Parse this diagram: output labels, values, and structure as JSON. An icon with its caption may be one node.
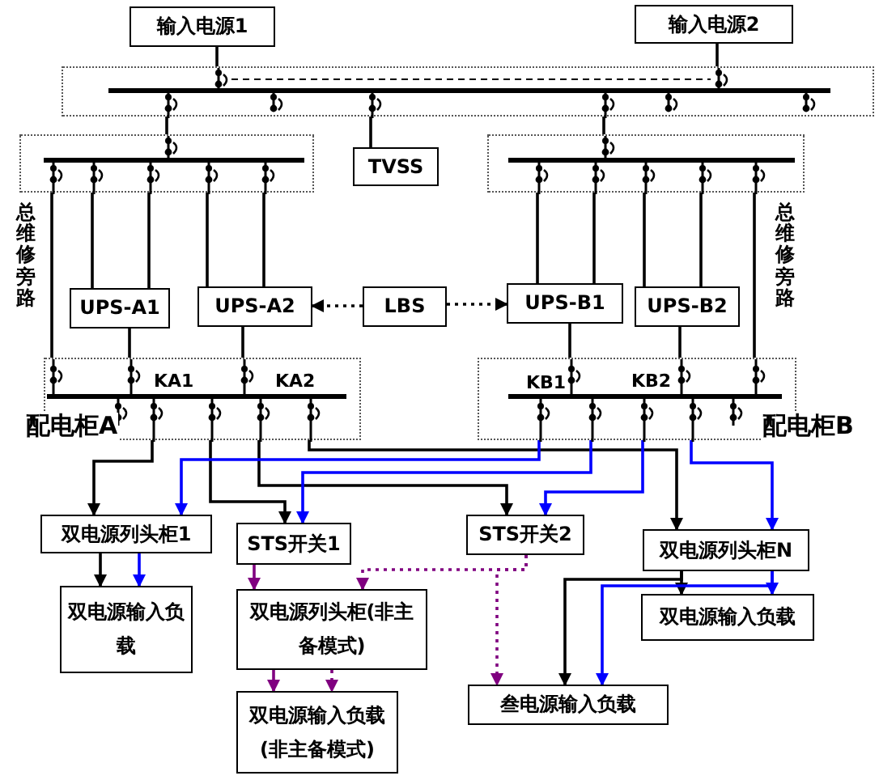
{
  "diagram": {
    "nodes": [
      {
        "text": [
          "输入电源1"
        ]
      },
      {
        "text": [
          "输入电源2"
        ]
      },
      {
        "text": [],
        "shape": "box"
      },
      {
        "text": [],
        "shape": "box"
      },
      {
        "text": [
          "TVSS"
        ]
      },
      {
        "text": [],
        "shape": "box"
      },
      {
        "text": [
          "UPS-A1"
        ]
      },
      {
        "text": [
          "UPS-A2"
        ]
      },
      {
        "text": [
          "LBS"
        ]
      },
      {
        "text": [
          "UPS-B1"
        ]
      },
      {
        "text": [
          "UPS-B2"
        ]
      },
      {
        "text": [
          "配电柜A"
        ]
      },
      {
        "text": [
          "配电柜B"
        ]
      },
      {
        "text": [
          "双电源列头柜1"
        ]
      },
      {
        "text": [
          "STS开关1"
        ]
      },
      {
        "text": [
          "STS开关2"
        ]
      },
      {
        "text": [
          "双电源列头柜N"
        ]
      },
      {
        "text": [
          "双电源输入负载"
        ]
      },
      {
        "text": [
          "双电源列头柜(非主备模式)"
        ]
      },
      {
        "text": [
          "双电源输入负载"
        ]
      },
      {
        "text": [
          "双电源输入负载(非主备模式)"
        ]
      },
      {
        "text": [
          "叁电源输入负载"
        ]
      }
    ],
    "edges": [
      {
        "from": 0,
        "to": 2,
        "arrow": "none"
      },
      {
        "from": 1,
        "to": 2,
        "arrow": "none"
      },
      {
        "from": 2,
        "to": 3,
        "arrow": "none"
      },
      {
        "from": 2,
        "to": 4,
        "arrow": "none"
      },
      {
        "from": 2,
        "to": 5,
        "arrow": "none"
      },
      {
        "from": 3,
        "to": 11,
        "arrow": "none"
      },
      {
        "from": 3,
        "to": 6,
        "arrow": "none"
      },
      {
        "from": 3,
        "to": 6,
        "arrow": "none"
      },
      {
        "from": 3,
        "to": 7,
        "arrow": "none"
      },
      {
        "from": 3,
        "to": 7,
        "arrow": "none"
      },
      {
        "from": 5,
        "to": 9,
        "arrow": "none"
      },
      {
        "from": 5,
        "to": 9,
        "arrow": "none"
      },
      {
        "from": 5,
        "to": 10,
        "arrow": "none"
      },
      {
        "from": 5,
        "to": 10,
        "arrow": "none"
      },
      {
        "from": 5,
        "to": 12,
        "arrow": "none"
      },
      {
        "from": 8,
        "to": 7,
        "arrow": "to",
        "style": "dashed"
      },
      {
        "from": 8,
        "to": 9,
        "arrow": "to",
        "style": "dashed"
      },
      {
        "from": 6,
        "to": 11,
        "arrow": "none"
      },
      {
        "from": 7,
        "to": 11,
        "arrow": "none"
      },
      {
        "from": 9,
        "to": 12,
        "arrow": "none"
      },
      {
        "from": 10,
        "to": 12,
        "arrow": "none"
      },
      {
        "from": 11,
        "to": 13,
        "arrow": "to"
      },
      {
        "from": 11,
        "to": 14,
        "arrow": "to"
      },
      {
        "from": 11,
        "to": 15,
        "arrow": "to"
      },
      {
        "from": 11,
        "to": 16,
        "arrow": "to"
      },
      {
        "from": 12,
        "to": 13,
        "arrow": "to",
        "color": "#0000ff"
      },
      {
        "from": 12,
        "to": 14,
        "arrow": "to",
        "color": "#0000ff"
      },
      {
        "from": 12,
        "to": 15,
        "arrow": "to",
        "color": "#0000ff"
      },
      {
        "from": 12,
        "to": 16,
        "arrow": "to",
        "color": "#0000ff"
      },
      {
        "from": 13,
        "to": 17,
        "arrow": "to"
      },
      {
        "from": 13,
        "to": 17,
        "arrow": "to",
        "color": "#0000ff"
      },
      {
        "from": 14,
        "to": 18,
        "arrow": "to",
        "color": "#800080"
      },
      {
        "from": 15,
        "to": 18,
        "arrow": "to",
        "style": "dashed",
        "color": "#800080"
      },
      {
        "from": 15,
        "to": 21,
        "arrow": "to",
        "style": "dashed",
        "color": "#800080"
      },
      {
        "from": 18,
        "to": 20,
        "arrow": "to",
        "color": "#800080"
      },
      {
        "from": 18,
        "to": 20,
        "arrow": "to",
        "style": "dashed",
        "color": "#800080"
      },
      {
        "from": 16,
        "to": 19,
        "arrow": "to"
      },
      {
        "from": 16,
        "to": 19,
        "arrow": "to",
        "color": "#0000ff"
      },
      {
        "from": 16,
        "to": 21,
        "arrow": "to"
      },
      {
        "from": 16,
        "to": 21,
        "arrow": "to",
        "color": "#0000ff"
      }
    ],
    "labels": [
      "总维修旁路",
      "总维修旁路",
      "KA1",
      "KA2",
      "KB1",
      "KB2"
    ]
  }
}
